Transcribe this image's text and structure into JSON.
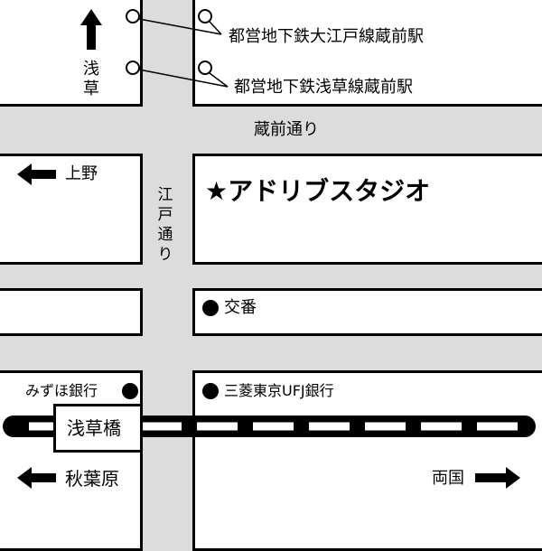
{
  "stations": {
    "oedo_line": "都営地下鉄大江戸線蔵前駅",
    "asakusa_line": "都営地下鉄浅草線蔵前駅"
  },
  "roads": {
    "kuramae_dori": "蔵前通り",
    "edo_dori": "江戸通り"
  },
  "directions": {
    "north": "浅草",
    "west_upper": "上野",
    "west_lower": "秋葉原",
    "east": "両国"
  },
  "landmarks": {
    "studio": "★アドリブスタジオ",
    "police_box": "交番",
    "mizuho_bank": "みずほ銀行",
    "mufg_bank": "三菱東京UFJ銀行",
    "asakusabashi_station": "浅草橋"
  },
  "colors": {
    "road": "#dcdcdc",
    "block": "#ffffff",
    "ink": "#000000"
  }
}
